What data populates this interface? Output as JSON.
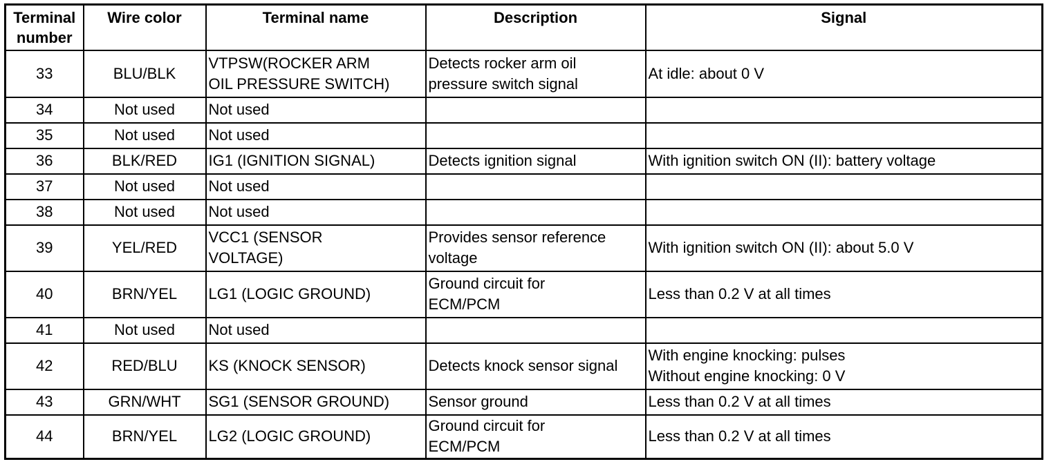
{
  "headers": {
    "terminal_number": "Terminal\nnumber",
    "wire_color": "Wire color",
    "terminal_name": "Terminal name",
    "description": "Description",
    "signal": "Signal"
  },
  "rows": [
    {
      "num": "33",
      "wire": "BLU/BLK",
      "name": "VTPSW(ROCKER ARM\nOIL PRESSURE SWITCH)",
      "desc": "Detects rocker arm oil\npressure switch signal",
      "signal": "At idle: about 0 V"
    },
    {
      "num": "34",
      "wire": "Not used",
      "name": "Not used",
      "desc": "",
      "signal": ""
    },
    {
      "num": "35",
      "wire": "Not used",
      "name": "Not used",
      "desc": "",
      "signal": ""
    },
    {
      "num": "36",
      "wire": "BLK/RED",
      "name": "IG1 (IGNITION SIGNAL)",
      "desc": "Detects ignition signal",
      "signal": "With ignition switch ON (II): battery voltage"
    },
    {
      "num": "37",
      "wire": "Not used",
      "name": "Not used",
      "desc": "",
      "signal": ""
    },
    {
      "num": "38",
      "wire": "Not used",
      "name": "Not used",
      "desc": "",
      "signal": ""
    },
    {
      "num": "39",
      "wire": "YEL/RED",
      "name": "VCC1 (SENSOR\nVOLTAGE)",
      "desc": "Provides sensor reference\nvoltage",
      "signal": "With ignition switch ON (II): about 5.0 V"
    },
    {
      "num": "40",
      "wire": "BRN/YEL",
      "name": "LG1 (LOGIC GROUND)",
      "desc": "Ground circuit for\nECM/PCM",
      "signal": "Less than 0.2 V at all times"
    },
    {
      "num": "41",
      "wire": "Not used",
      "name": "Not used",
      "desc": "",
      "signal": ""
    },
    {
      "num": "42",
      "wire": "RED/BLU",
      "name": "KS (KNOCK SENSOR)",
      "desc": "Detects knock sensor signal",
      "signal": "With engine knocking: pulses\nWithout engine knocking: 0 V"
    },
    {
      "num": "43",
      "wire": "GRN/WHT",
      "name": "SG1 (SENSOR GROUND)",
      "desc": "Sensor ground",
      "signal": "Less than 0.2 V at all times"
    },
    {
      "num": "44",
      "wire": "BRN/YEL",
      "name": "LG2 (LOGIC GROUND)",
      "desc": "Ground circuit for\nECM/PCM",
      "signal": "Less than 0.2 V at all times"
    }
  ]
}
